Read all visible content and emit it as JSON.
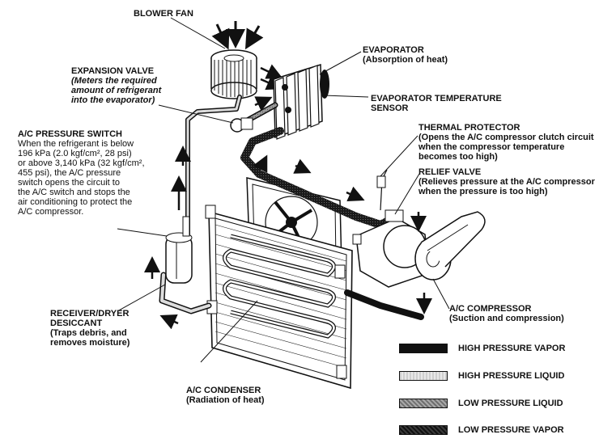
{
  "labels": {
    "blower_fan": "BLOWER FAN",
    "evaporator": {
      "title": "EVAPORATOR",
      "desc": "(Absorption of heat)"
    },
    "expansion_valve": {
      "title": "EXPANSION VALVE",
      "desc": [
        "(Meters the required",
        "amount of refrigerant",
        "into the evaporator)"
      ]
    },
    "evap_temp_sensor": [
      "EVAPORATOR TEMPERATURE",
      "SENSOR"
    ],
    "thermal_protector": {
      "title": "THERMAL PROTECTOR",
      "desc": [
        "(Opens the A/C compressor clutch circuit",
        "when the compressor temperature",
        "becomes too high)"
      ]
    },
    "relief_valve": {
      "title": "RELIEF VALVE",
      "desc": [
        "(Relieves pressure at the A/C compressor",
        "when the pressure is too high)"
      ]
    },
    "pressure_switch": {
      "title": "A/C PRESSURE SWITCH",
      "desc": [
        "When the refrigerant is below",
        "196 kPa (2.0 kgf/cm², 28 psi)",
        "or above 3,140 kPa (32 kgf/cm²,",
        "455 psi), the A/C pressure",
        "switch opens the circuit to",
        "the A/C switch and stops the",
        "air conditioning to protect the",
        "A/C compressor."
      ]
    },
    "receiver_dryer": {
      "title": [
        "RECEIVER/DRYER",
        "DESICCANT"
      ],
      "desc": [
        "(Traps debris, and",
        "removes moisture)"
      ]
    },
    "compressor": {
      "title": "A/C COMPRESSOR",
      "desc": "(Suction and compression)"
    },
    "condenser": {
      "title": "A/C CONDENSER",
      "desc": "(Radiation of heat)"
    }
  },
  "legend": [
    {
      "label": "HIGH PRESSURE VAPOR",
      "color": "#111111",
      "pattern": "solid"
    },
    {
      "label": "HIGH PRESSURE LIQUID",
      "color": "#d9d9d9",
      "pattern": "light"
    },
    {
      "label": "LOW PRESSURE LIQUID",
      "color": "#8a8a8a",
      "pattern": "medium"
    },
    {
      "label": "LOW PRESSURE VAPOR",
      "color": "#1c1c1c",
      "pattern": "dark"
    }
  ]
}
